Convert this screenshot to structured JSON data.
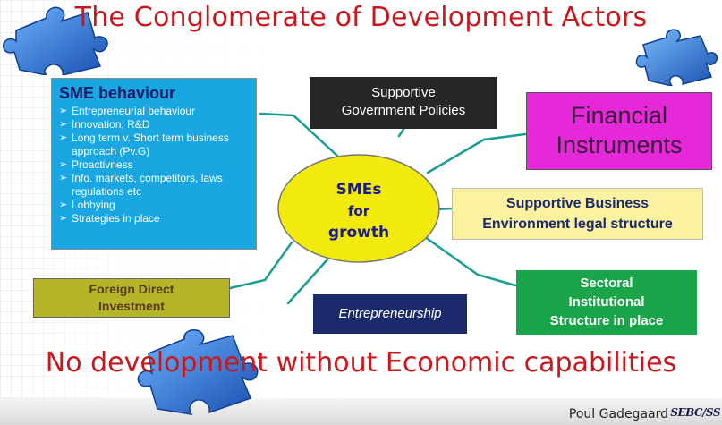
{
  "title": "The Conglomerate of Development Actors",
  "center": {
    "line1": "SMEs",
    "line2": "for",
    "line3": "growth"
  },
  "sme_behaviour": {
    "title": "SME behaviour",
    "items": [
      "Entrepreneurial behaviour",
      "Innovation, R&D",
      "Long term v. Short term business approach (Pv.G)",
      "Proactivness",
      "Info. markets, competitors, laws regulations etc",
      "Lobbying",
      "Strategies in place"
    ]
  },
  "policies": {
    "line1": "Supportive",
    "line2": "Government Policies"
  },
  "financial": {
    "line1": "Financial",
    "line2": "Instruments"
  },
  "business": {
    "line1": "Supportive Business",
    "line2": "Environment legal structure"
  },
  "sectoral": {
    "line1": "Sectoral",
    "line2": "Institutional",
    "line3": "Structure in place"
  },
  "fdi": {
    "line1": "Foreign Direct",
    "line2": "Investment"
  },
  "entrepreneurship": "Entrepreneurship",
  "bottom_title": "No development without Economic capabilities",
  "author": "Poul Gadegaard",
  "logo": "SEBC/SS",
  "colors": {
    "title_red": "#c8181e",
    "sme_box": "#1aa6e0",
    "policies_box": "#262626",
    "financial_box": "#e528d8",
    "business_box": "#fbf2a1",
    "sectoral_box": "#1aa54a",
    "fdi_box": "#b5b52a",
    "entrepreneurship_box": "#1a2a6a",
    "center_ellipse": "#f2ea0e",
    "connector": "#1a9e92",
    "puzzle": "#1f6fd0"
  },
  "icons": [
    "puzzle-piece-icon"
  ]
}
